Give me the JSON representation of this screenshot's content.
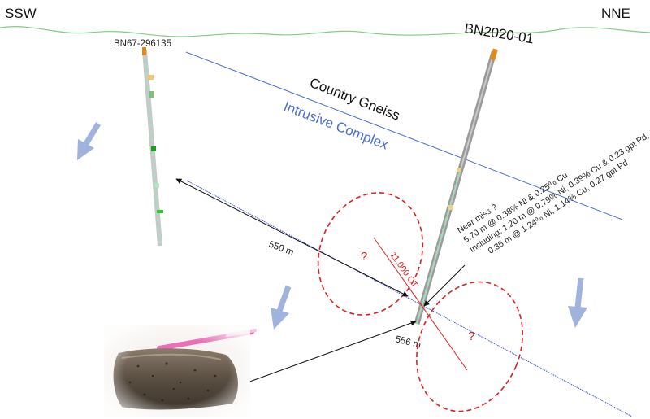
{
  "directions": {
    "left": "SSW",
    "right": "NNE"
  },
  "holes": {
    "left_id": "BN67-296135",
    "right_id": "BN2020-01"
  },
  "units": {
    "country": "Country Gneiss",
    "intrusive": "Intrusive Complex"
  },
  "distances": {
    "long": "550 m",
    "short": "556 m"
  },
  "targets": {
    "question_mark": "?",
    "conductivity": "11,000 CT"
  },
  "intercepts": {
    "line1": "Near miss ?",
    "line2": "5.70 m @ 0.38% Ni & 0.25% Cu",
    "line3": "Including: 1.20 m @ 0.79% Ni, 0.39% Cu & 0.23 gpt Pd, &",
    "line4": "0.35 m @ 1.24% Ni, 1.14% Cu, 0.27 gpt Pd"
  },
  "colors": {
    "topography": "#7fcf7f",
    "contact": "#4a6fd0",
    "target_ellipse": "#e02020",
    "flow_arrow": "#9fb3dc",
    "collar": "#e08a1a"
  }
}
